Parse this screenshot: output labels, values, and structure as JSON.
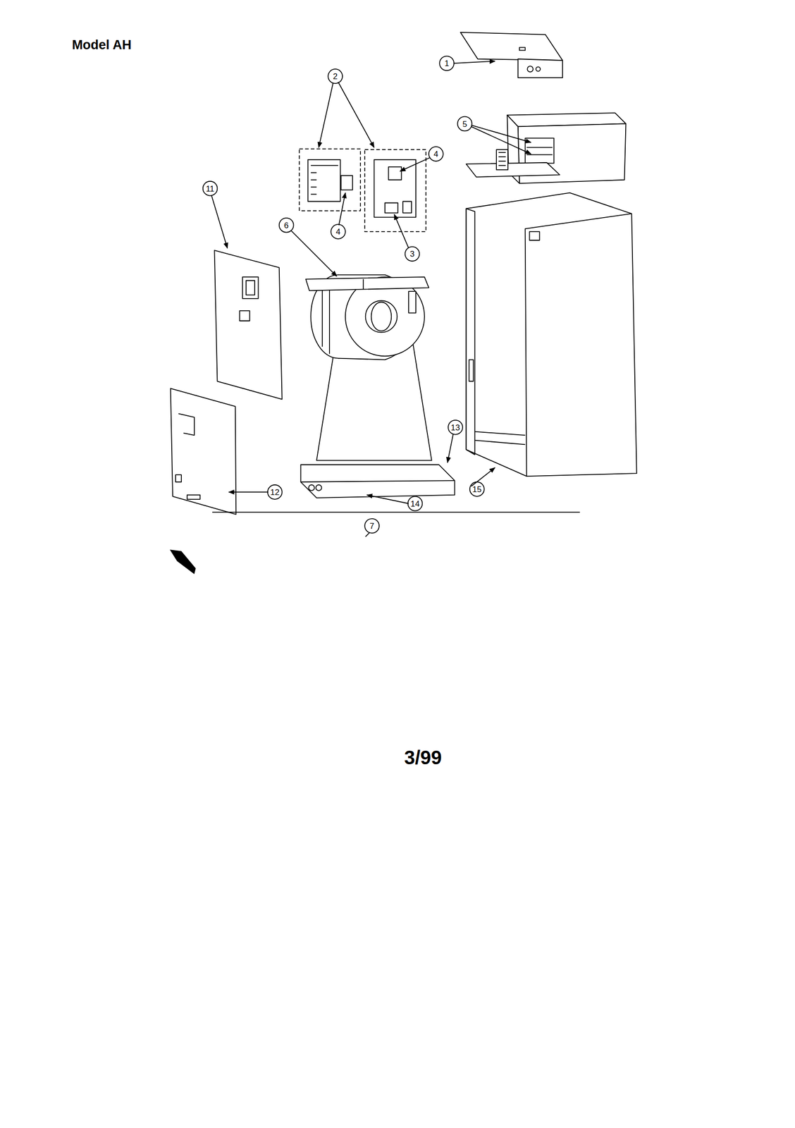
{
  "diagram": {
    "title": "Model AH",
    "labels": [
      "1",
      "2",
      "5",
      "4",
      "4",
      "3",
      "11",
      "6",
      "13",
      "14",
      "15",
      "12",
      "7",
      "3/99"
    ]
  }
}
